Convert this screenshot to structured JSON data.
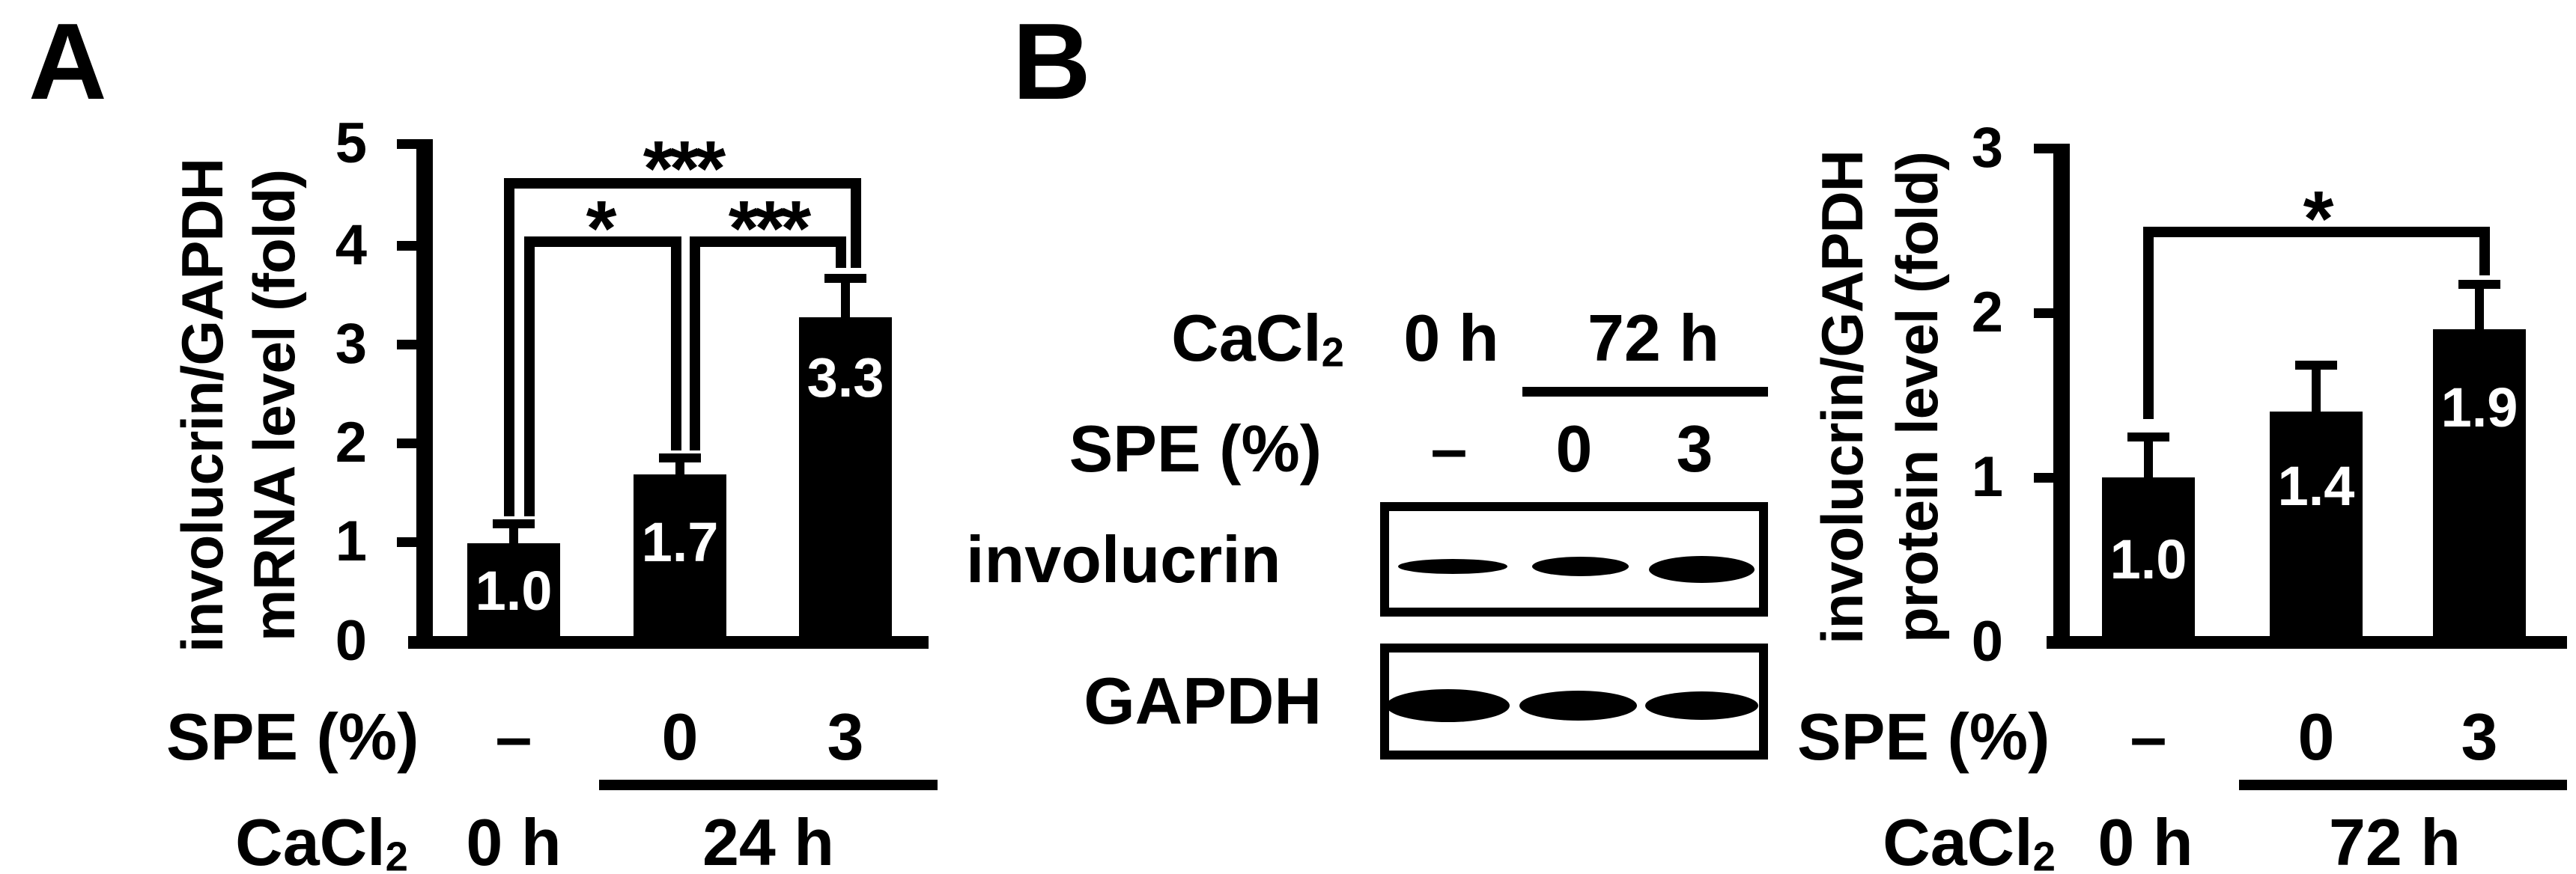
{
  "colors": {
    "foreground": "#000000",
    "background": "#ffffff",
    "bar_fill": "#000000",
    "bar_label_color": "#ffffff"
  },
  "panelA": {
    "panel_label": "A",
    "y_axis_title_line1": "involucrin/GAPDH",
    "y_axis_title_line2": "mRNA level (fold)",
    "y_ticks": [
      "5",
      "4",
      "3",
      "2",
      "1",
      "0"
    ],
    "bars": [
      {
        "value_label": "1.0"
      },
      {
        "value_label": "1.7"
      },
      {
        "value_label": "3.3"
      }
    ],
    "sig_outer": "***",
    "sig_inner_left": "*",
    "sig_inner_right": "***",
    "spe_label": "SPE (%)",
    "spe_values": [
      "–",
      "0",
      "3"
    ],
    "cacl2_base": "CaCl",
    "cacl2_sub": "2",
    "cacl2_values": [
      "0 h",
      "24 h"
    ]
  },
  "panelB": {
    "panel_label": "B",
    "blot": {
      "cacl2_base": "CaCl",
      "cacl2_sub": "2",
      "cacl2_values": [
        "0 h",
        "72 h"
      ],
      "spe_label": "SPE (%)",
      "spe_values": [
        "–",
        "0",
        "3"
      ],
      "protein_labels": [
        "involucrin",
        "GAPDH"
      ]
    },
    "chart": {
      "y_axis_title_line1": "involucrin/GAPDH",
      "y_axis_title_line2": "protein level (fold)",
      "y_ticks": [
        "3",
        "2",
        "1",
        "0"
      ],
      "bars": [
        {
          "value_label": "1.0"
        },
        {
          "value_label": "1.4"
        },
        {
          "value_label": "1.9"
        }
      ],
      "sig": "*",
      "spe_label": "SPE (%)",
      "spe_values": [
        "–",
        "0",
        "3"
      ],
      "cacl2_base": "CaCl",
      "cacl2_sub": "2",
      "cacl2_values": [
        "0 h",
        "72 h"
      ]
    }
  },
  "chart_data": [
    {
      "panel": "A",
      "type": "bar",
      "categories": [
        "CaCl2 0 h / SPE –",
        "CaCl2 24 h / SPE 0%",
        "CaCl2 24 h / SPE 3%"
      ],
      "values": [
        1.0,
        1.7,
        3.3
      ],
      "errors_upper": [
        0.1,
        0.15,
        0.35
      ],
      "bar_value_labels": [
        "1.0",
        "1.7",
        "3.3"
      ],
      "title": "",
      "xlabel": "SPE (%); CaCl2 0 h vs 24 h",
      "ylabel": "involucrin/GAPDH mRNA level (fold)",
      "ylim": [
        0,
        5
      ],
      "yticks": [
        0,
        1,
        2,
        3,
        4,
        5
      ],
      "grid": false,
      "legend": false,
      "bar_color": "#000000",
      "significance": [
        {
          "between_categories": [
            0,
            1
          ],
          "label": "*"
        },
        {
          "between_categories": [
            1,
            2
          ],
          "label": "***"
        },
        {
          "between_categories": [
            0,
            2
          ],
          "label": "***"
        }
      ]
    },
    {
      "panel": "B",
      "type": "bar",
      "categories": [
        "CaCl2 0 h / SPE –",
        "CaCl2 72 h / SPE 0%",
        "CaCl2 72 h / SPE 3%"
      ],
      "values": [
        1.0,
        1.4,
        1.9
      ],
      "errors_upper": [
        0.2,
        0.2,
        0.25
      ],
      "bar_value_labels": [
        "1.0",
        "1.4",
        "1.9"
      ],
      "title": "",
      "xlabel": "SPE (%); CaCl2 0 h vs 72 h",
      "ylabel": "involucrin/GAPDH protein level (fold)",
      "ylim": [
        0,
        3
      ],
      "yticks": [
        0,
        1,
        2,
        3
      ],
      "grid": false,
      "legend": false,
      "bar_color": "#000000",
      "significance": [
        {
          "between_categories": [
            0,
            2
          ],
          "label": "*"
        }
      ]
    }
  ]
}
